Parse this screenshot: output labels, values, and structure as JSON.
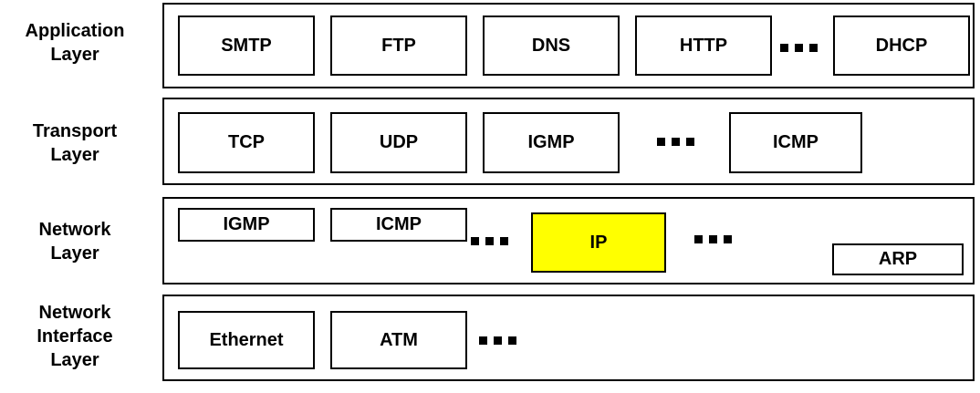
{
  "colors": {
    "background": "#ffffff",
    "box_background": "#ffffff",
    "border": "#000000",
    "text": "#000000",
    "highlight": "#ffff00"
  },
  "icons": {
    "ellipsis_dots": "three-black-squares"
  },
  "layers": {
    "application": {
      "label_lines": [
        "Application",
        "Layer"
      ],
      "items": [
        "SMTP",
        "FTP",
        "DNS",
        "HTTP",
        "DHCP"
      ]
    },
    "transport": {
      "label_lines": [
        "Transport",
        "Layer"
      ],
      "items": [
        "TCP",
        "UDP",
        "IGMP",
        "ICMP"
      ]
    },
    "network": {
      "label_lines": [
        "Network",
        "Layer"
      ],
      "items": [
        "IGMP",
        "ICMP",
        "IP",
        "ARP"
      ],
      "highlighted_item": "IP"
    },
    "network_interface": {
      "label_lines": [
        "Network",
        "Interface",
        "Layer"
      ],
      "items": [
        "Ethernet",
        "ATM"
      ]
    }
  }
}
